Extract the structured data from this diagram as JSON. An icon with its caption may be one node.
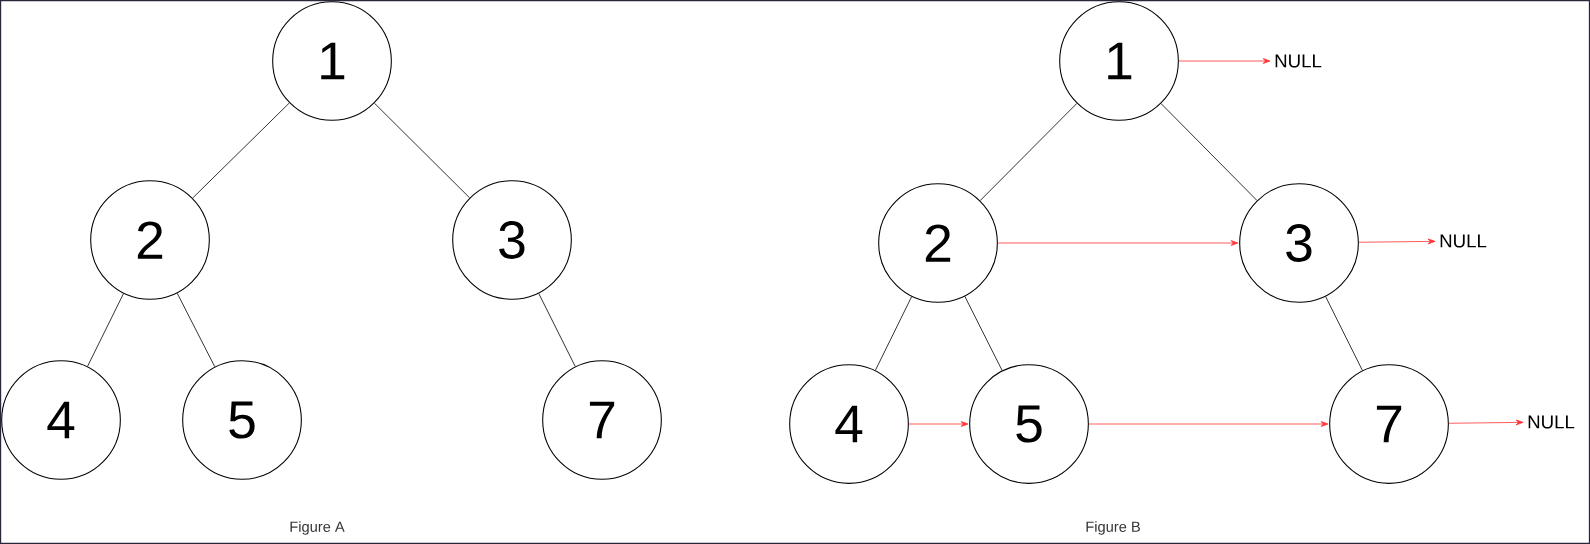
{
  "diagram": {
    "nodes": [
      {
        "text": [
          "1"
        ]
      },
      {
        "text": [
          "2"
        ]
      },
      {
        "text": [
          "3"
        ]
      },
      {
        "text": [
          "4"
        ]
      },
      {
        "text": [
          "5"
        ]
      },
      {
        "text": [
          "7"
        ]
      },
      {
        "text": [
          "1"
        ]
      },
      {
        "text": [
          "2"
        ]
      },
      {
        "text": [
          "3"
        ]
      },
      {
        "text": [
          "4"
        ]
      },
      {
        "text": [
          "5"
        ]
      },
      {
        "text": [
          "7"
        ]
      },
      {
        "text": [
          "NULL"
        ]
      },
      {
        "text": [
          "NULL"
        ]
      },
      {
        "text": [
          "NULL"
        ]
      }
    ],
    "edges": [
      {
        "from": 0,
        "to": 1,
        "arrow": "none"
      },
      {
        "from": 0,
        "to": 2,
        "arrow": "none"
      },
      {
        "from": 1,
        "to": 3,
        "arrow": "none"
      },
      {
        "from": 1,
        "to": 4,
        "arrow": "none"
      },
      {
        "from": 2,
        "to": 5,
        "arrow": "none"
      },
      {
        "from": 6,
        "to": 7,
        "arrow": "none"
      },
      {
        "from": 6,
        "to": 8,
        "arrow": "none"
      },
      {
        "from": 7,
        "to": 9,
        "arrow": "none"
      },
      {
        "from": 7,
        "to": 10,
        "arrow": "none"
      },
      {
        "from": 8,
        "to": 11,
        "arrow": "none"
      },
      {
        "from": 6,
        "to": 12,
        "arrow": "to",
        "color": "#ff3333"
      },
      {
        "from": 7,
        "to": 8,
        "arrow": "to",
        "color": "#ff3333"
      },
      {
        "from": 8,
        "to": 13,
        "arrow": "to",
        "color": "#ff3333"
      },
      {
        "from": 9,
        "to": 10,
        "arrow": "to",
        "color": "#ff3333"
      },
      {
        "from": 10,
        "to": 11,
        "arrow": "to",
        "color": "#ff3333"
      },
      {
        "from": 11,
        "to": 14,
        "arrow": "to",
        "color": "#ff3333"
      }
    ],
    "labels": [
      "Figure A",
      "Figure B"
    ]
  }
}
